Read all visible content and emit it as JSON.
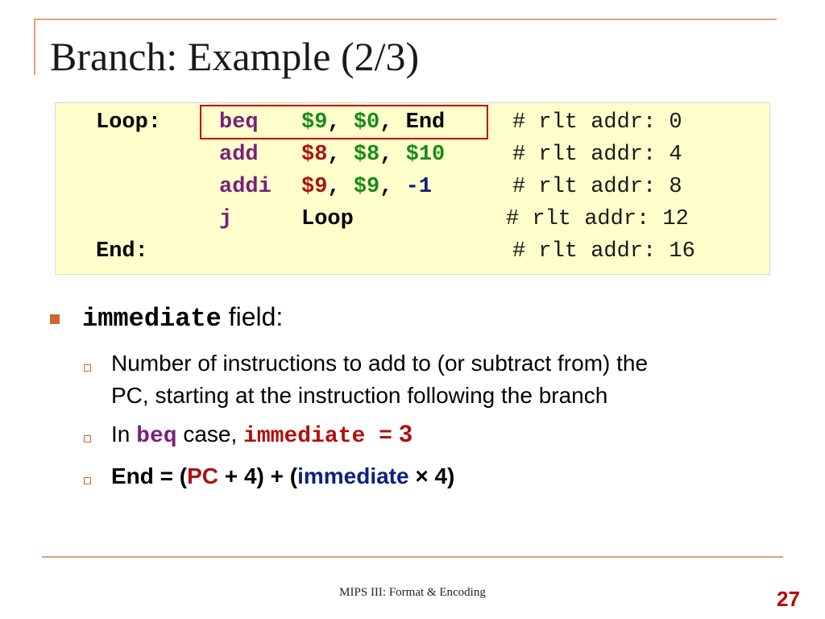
{
  "title": "Branch: Example (2/3)",
  "code": {
    "labels": [
      "Loop:",
      "",
      "",
      "",
      "End:"
    ],
    "ops": [
      "beq",
      "add",
      "addi",
      "j",
      ""
    ],
    "args": [
      [
        {
          "t": "$9",
          "c": "reg"
        },
        {
          "t": ", ",
          "c": ""
        },
        {
          "t": "$0",
          "c": "reg"
        },
        {
          "t": ", ",
          "c": ""
        },
        {
          "t": "End",
          "c": ""
        }
      ],
      [
        {
          "t": "$8",
          "c": "reg-red"
        },
        {
          "t": ", ",
          "c": ""
        },
        {
          "t": "$8",
          "c": "reg"
        },
        {
          "t": ", ",
          "c": ""
        },
        {
          "t": "$10",
          "c": "reg"
        }
      ],
      [
        {
          "t": "$9",
          "c": "reg-red"
        },
        {
          "t": ", ",
          "c": ""
        },
        {
          "t": "$9",
          "c": "reg"
        },
        {
          "t": ", ",
          "c": ""
        },
        {
          "t": "-1",
          "c": "neg"
        }
      ],
      [
        {
          "t": "Loop",
          "c": ""
        }
      ],
      []
    ],
    "comments": [
      "# rlt addr: 0",
      "# rlt addr: 4",
      "# rlt addr: 8",
      "# rlt addr: 12",
      "# rlt addr: 16"
    ]
  },
  "bullet1": {
    "code": "immediate",
    "text": " field:"
  },
  "sub1": "Number of instructions to add to (or subtract from) the",
  "sub1b": "PC, starting at the instruction following the branch",
  "sub2": {
    "pre": "In ",
    "code": "beq",
    "mid": " case, ",
    "code2": "immediate =",
    "val": " 3"
  },
  "sub3": {
    "a": "End = (",
    "pc": "PC",
    "b": " + 4) + (",
    "imm": "immediate",
    "c": " × 4)"
  },
  "footer": "MIPS III: Format & Encoding",
  "page_number": "27"
}
